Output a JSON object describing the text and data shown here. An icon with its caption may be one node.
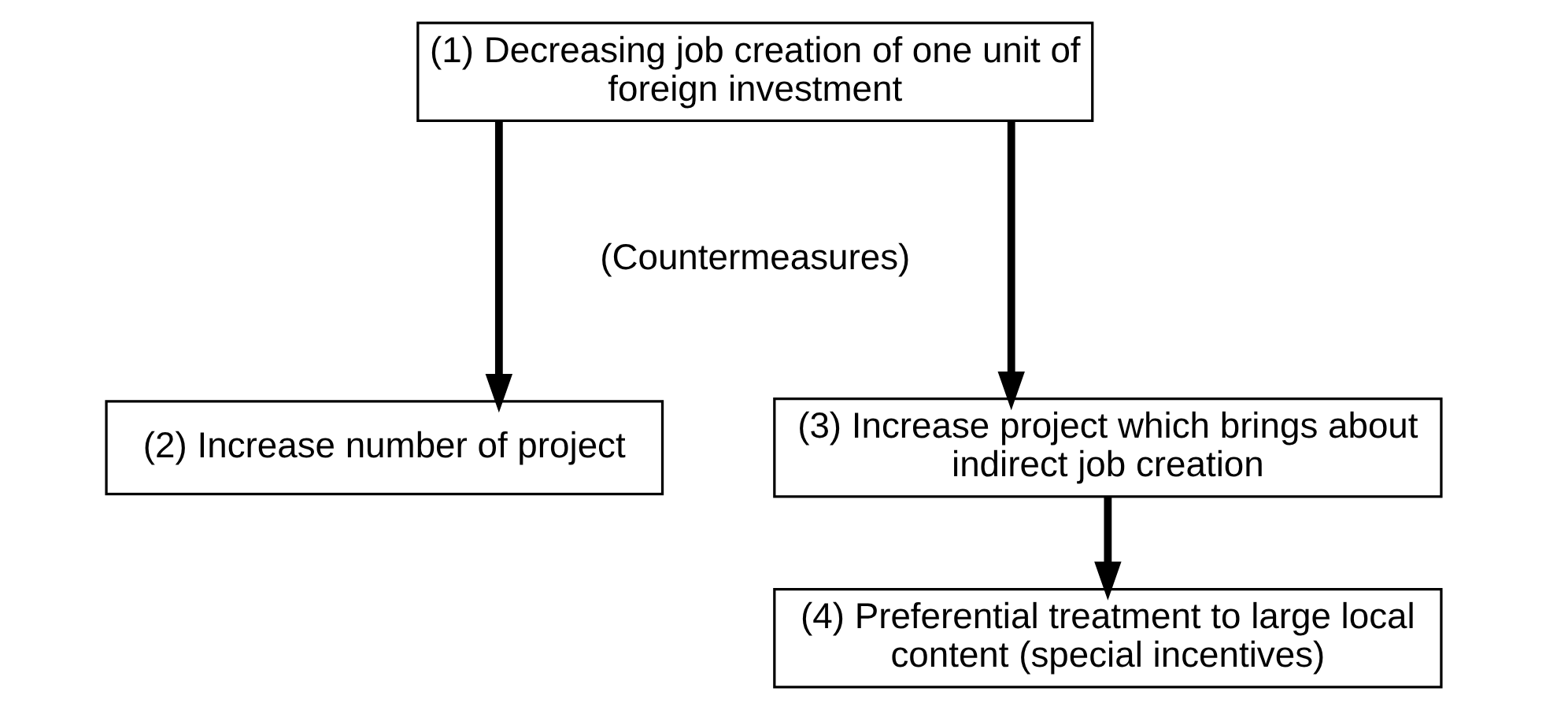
{
  "diagram": {
    "nodes": [
      {
        "text": [
          "(1) Decreasing job creation of one unit of foreign investment"
        ]
      },
      {
        "text": [
          "(2) Increase number of project"
        ]
      },
      {
        "text": [
          "(3) Increase project which brings about indirect job creation"
        ]
      },
      {
        "text": [
          "(4) Preferential treatment to large local content (special incentives)"
        ]
      }
    ],
    "edges": [
      {
        "from": 0,
        "to": 1,
        "arrow": "to"
      },
      {
        "from": 0,
        "to": 2,
        "arrow": "to"
      },
      {
        "from": 2,
        "to": 3,
        "arrow": "to"
      }
    ],
    "labels": [
      "(Countermeasures)"
    ]
  }
}
